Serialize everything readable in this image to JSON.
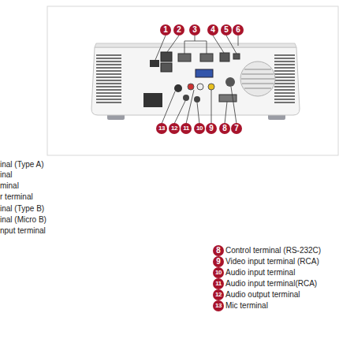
{
  "diagram": {
    "labels": [
      "1",
      "2",
      "3",
      "4",
      "5",
      "6",
      "13",
      "12",
      "11",
      "10",
      "9",
      "8",
      "7",
      "inal (Type A)",
      "inal",
      "minal",
      "r terminal",
      "inal (Type B)",
      "inal (Micro B)",
      "nput terminal",
      "8",
      "Control terminal (RS-232C)",
      "9",
      "Video input terminal (RCA)",
      "10",
      "Audio input terminal",
      "11",
      "Audio input terminal(RCA)",
      "12",
      "Audio output terminal",
      "13",
      "Mic terminal"
    ]
  }
}
